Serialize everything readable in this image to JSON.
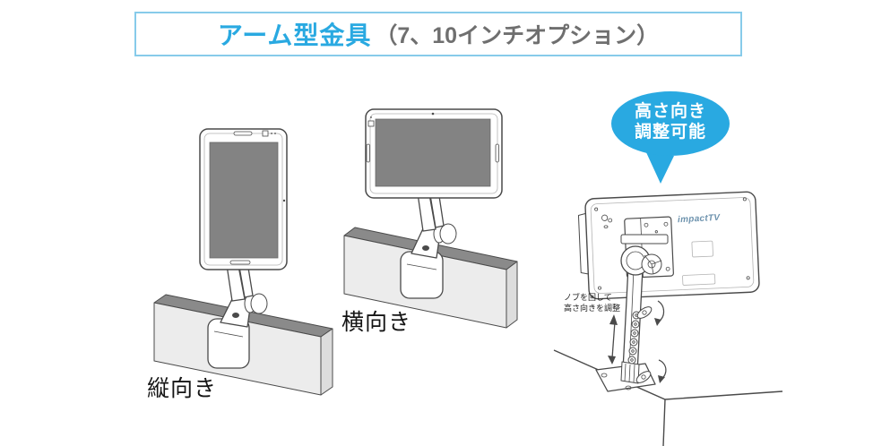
{
  "title": {
    "main": "アーム型金具",
    "sub": "（7、10インチオプション）"
  },
  "figures": {
    "portrait": {
      "caption": "縦向き"
    },
    "landscape": {
      "caption": "横向き"
    },
    "back_view": {
      "bubble_line1": "高さ向き",
      "bubble_line2": "調整可能",
      "annotation_line1": "ノブを回して",
      "annotation_line2": "高さ向きを調整",
      "logo": "impactTV"
    }
  },
  "icons": {
    "speech_bubble": "callout-balloon",
    "height_arrow": "double-headed-vertical-arrow",
    "rotate_arrows": "curved-rotation-arrow",
    "camera": "front-camera-square",
    "speaker": "speaker-slot"
  },
  "colors": {
    "accent": "#29A9E1",
    "title_border": "#87CBEA",
    "subtitle_gray": "#6F6F6F",
    "screen_gray": "#838383",
    "logo_blue": "#6E93AE",
    "line_dark": "#4A4A4A",
    "shelf_top": "#8A8A8A",
    "shelf_front": "#ECECEC",
    "shelf_end": "#DDDDDD"
  }
}
